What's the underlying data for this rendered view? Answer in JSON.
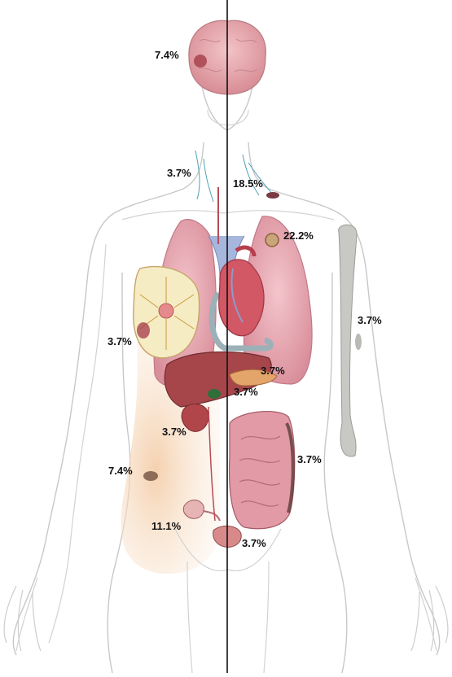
{
  "figure": {
    "labels": [
      {
        "id": "brain",
        "text": "7.4%"
      },
      {
        "id": "cervical-lymph-left",
        "text": "3.7%"
      },
      {
        "id": "cervical-lymph-right",
        "text": "18.5%"
      },
      {
        "id": "lung",
        "text": "22.2%"
      },
      {
        "id": "bone",
        "text": "3.7%"
      },
      {
        "id": "breast",
        "text": "3.7%"
      },
      {
        "id": "pancreas",
        "text": "3.7%"
      },
      {
        "id": "adrenal",
        "text": "3.7%"
      },
      {
        "id": "kidney",
        "text": "3.7%"
      },
      {
        "id": "colon",
        "text": "3.7%"
      },
      {
        "id": "skin",
        "text": "7.4%"
      },
      {
        "id": "ovary",
        "text": "11.1%"
      },
      {
        "id": "bladder",
        "text": "3.7%"
      }
    ]
  },
  "colors": {
    "outline": "#c9c9c9",
    "skin_tint": "#f6dcc2",
    "organ": "#e6a8b2",
    "organ_dark": "#b85c6c",
    "liver": "#a6464a",
    "bone_gray": "#c6c6c2",
    "vessel": "#8c9bc8",
    "center_line": "#111111"
  },
  "icons": {
    "brain": "brain-icon",
    "heart": "heart-icon",
    "lungs": "lungs-icon",
    "breast": "breast-icon",
    "humerus": "bone-icon",
    "intestine": "intestine-icon"
  }
}
